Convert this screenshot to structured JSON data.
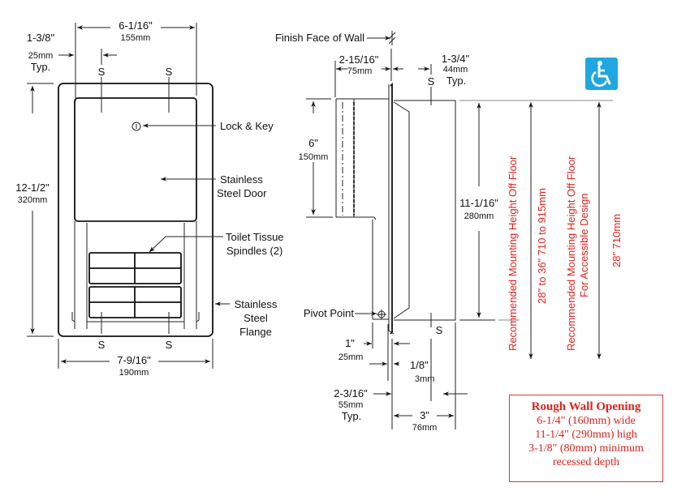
{
  "front_view": {
    "width_top": {
      "imperial": "6-1/16\"",
      "metric": "155mm"
    },
    "offset_top": {
      "imperial": "1-3/8\"",
      "metric": "25mm",
      "note": "Typ."
    },
    "height": {
      "imperial": "12-1/2\"",
      "metric": "320mm"
    },
    "width_bottom": {
      "imperial": "7-9/16\"",
      "metric": "190mm"
    },
    "stud_marks": [
      "S",
      "S",
      "S",
      "S"
    ],
    "callouts": {
      "lock_key": "Lock & Key",
      "door_line1": "Stainless",
      "door_line2": "Steel Door",
      "spindles_line1": "Toilet Tissue",
      "spindles_line2": "Spindles (2)",
      "flange_line1": "Stainless",
      "flange_line2": "Steel",
      "flange_line3": "Flange"
    }
  },
  "side_view": {
    "finish_face": "Finish Face of Wall",
    "projection": {
      "imperial": "2-15/16\"",
      "metric": "75mm"
    },
    "stud_offset": {
      "imperial": "1-3/4\"",
      "metric": "44mm",
      "note": "Typ."
    },
    "door_height": {
      "imperial": "6\"",
      "metric": "150mm"
    },
    "body_height": {
      "imperial": "11-1/16\"",
      "metric": "280mm"
    },
    "pivot_point": "Pivot Point",
    "dim_1in": {
      "imperial": "1\"",
      "metric": "25mm"
    },
    "dim_flange": {
      "imperial": "1/8\"",
      "metric": "3mm"
    },
    "dim_recess": {
      "imperial": "2-3/16\"",
      "metric": "55mm",
      "note": "Typ."
    },
    "dim_depth": {
      "imperial": "3\"",
      "metric": "76mm"
    },
    "stud_marks": [
      "S",
      "S"
    ]
  },
  "mounting": {
    "standard_label": "Recommended Mounting Height Off Floor",
    "standard_value": "28\" to 36\"   710 to 915mm",
    "accessible_label_line1": "Recommended Mounting Height Off Floor",
    "accessible_label_line2": "For Accessible Design",
    "accessible_value": "28\"  710mm",
    "accessibility_icon": "wheelchair-icon",
    "text_color": "#e3201b",
    "icon_color": "#1ea7e1"
  },
  "rough_wall_opening": {
    "title": "Rough Wall Opening",
    "lines": [
      "6-1/4\" (160mm) wide",
      "11-1/4\" (290mm) high",
      "3-1/8\" (80mm) minimum",
      "recessed depth"
    ],
    "border_color": "#d9393c"
  }
}
